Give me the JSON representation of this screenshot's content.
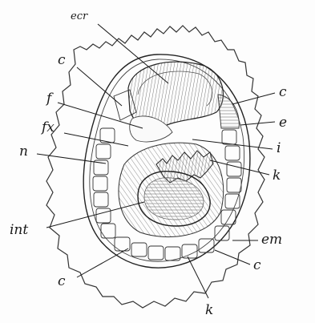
{
  "labels": {
    "ecr": "ecr",
    "c_top_left": "c",
    "f": "f",
    "fx": "fx",
    "n": "n",
    "int": "int",
    "c_bottom_left": "c",
    "c_top_right": "c",
    "e": "e",
    "i": "i",
    "k_right": "k",
    "em": "em",
    "c_bottom_right": "c",
    "k_bottom": "k"
  },
  "colors": {
    "ink": "#1a1a1a",
    "hatch": "#555555",
    "paper": "#fdfdfd"
  }
}
